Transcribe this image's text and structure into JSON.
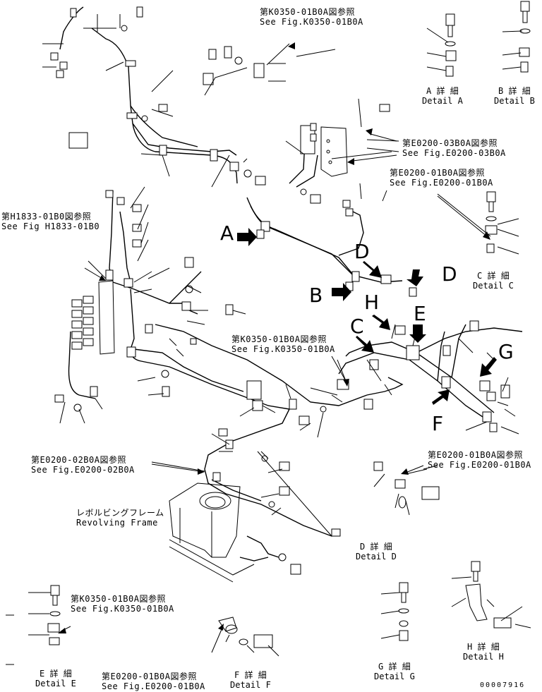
{
  "references": [
    {
      "jp": "第K0350-01B0A図参照",
      "en": "See Fig.K0350-01B0A"
    },
    {
      "jp": "第E0200-03B0A図参照",
      "en": "See Fig.E0200-03B0A"
    },
    {
      "jp": "第E0200-01B0A図参照",
      "en": "See Fig.E0200-01B0A"
    },
    {
      "jp": "第H1833-01B0図参照",
      "en": "See Fig H1833-01B0"
    },
    {
      "jp": "第K0350-01B0A図参照",
      "en": "See Fig.K0350-01B0A"
    },
    {
      "jp": "第E0200-02B0A図参照",
      "en": "See Fig.E0200-02B0A"
    },
    {
      "jp": "第E0200-01B0A図参照",
      "en": "See Fig.E0200-01B0A"
    },
    {
      "jp": "第K0350-01B0A図参照",
      "en": "See Fig.K0350-01B0A"
    },
    {
      "jp": "第E0200-01B0A図参照",
      "en": "See Fig.E0200-01B0A"
    }
  ],
  "revolving_frame": {
    "jp": "レボルビングフレーム",
    "en": "Revolving Frame"
  },
  "arrow_letters": [
    "A",
    "B",
    "C",
    "D",
    "D",
    "E",
    "F",
    "G",
    "H"
  ],
  "details": [
    {
      "jp": "A 詳 細",
      "en": "Detail A"
    },
    {
      "jp": "B 詳 細",
      "en": "Detail B"
    },
    {
      "jp": "C 詳 細",
      "en": "Detail C"
    },
    {
      "jp": "D 詳 細",
      "en": "Detail D"
    },
    {
      "jp": "E 詳 細",
      "en": "Detail E"
    },
    {
      "jp": "F 詳 細",
      "en": "Detail F"
    },
    {
      "jp": "G 詳 細",
      "en": "Detail G"
    },
    {
      "jp": "H 詳 細",
      "en": "Detail H"
    }
  ],
  "drawing_number": "00007916"
}
